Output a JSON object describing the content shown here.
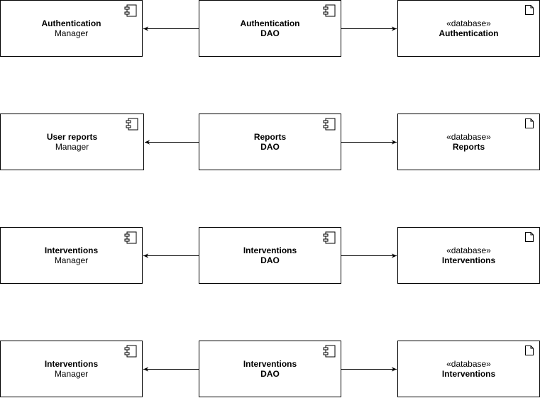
{
  "rows": [
    {
      "manager": {
        "line1": "Authentication",
        "line2": "Manager",
        "icon": "component-icon"
      },
      "dao": {
        "line1": "Authentication",
        "line2": "DAO",
        "icon": "component-icon"
      },
      "database": {
        "stereotype": "«database»",
        "name": "Authentication",
        "icon": "document-icon"
      }
    },
    {
      "manager": {
        "line1": "User reports",
        "line2": "Manager",
        "icon": "component-icon"
      },
      "dao": {
        "line1": "Reports",
        "line2": "DAO",
        "icon": "component-icon"
      },
      "database": {
        "stereotype": "«database»",
        "name": "Reports",
        "icon": "document-icon"
      }
    },
    {
      "manager": {
        "line1": "Interventions",
        "line2": "Manager",
        "icon": "component-icon"
      },
      "dao": {
        "line1": "Interventions",
        "line2": "DAO",
        "icon": "component-icon"
      },
      "database": {
        "stereotype": "«database»",
        "name": "Interventions",
        "icon": "document-icon"
      }
    },
    {
      "manager": {
        "line1": "Interventions",
        "line2": "Manager",
        "icon": "component-icon"
      },
      "dao": {
        "line1": "Interventions",
        "line2": "DAO",
        "icon": "component-icon"
      },
      "database": {
        "stereotype": "«database»",
        "name": "Interventions",
        "icon": "document-icon"
      }
    }
  ]
}
